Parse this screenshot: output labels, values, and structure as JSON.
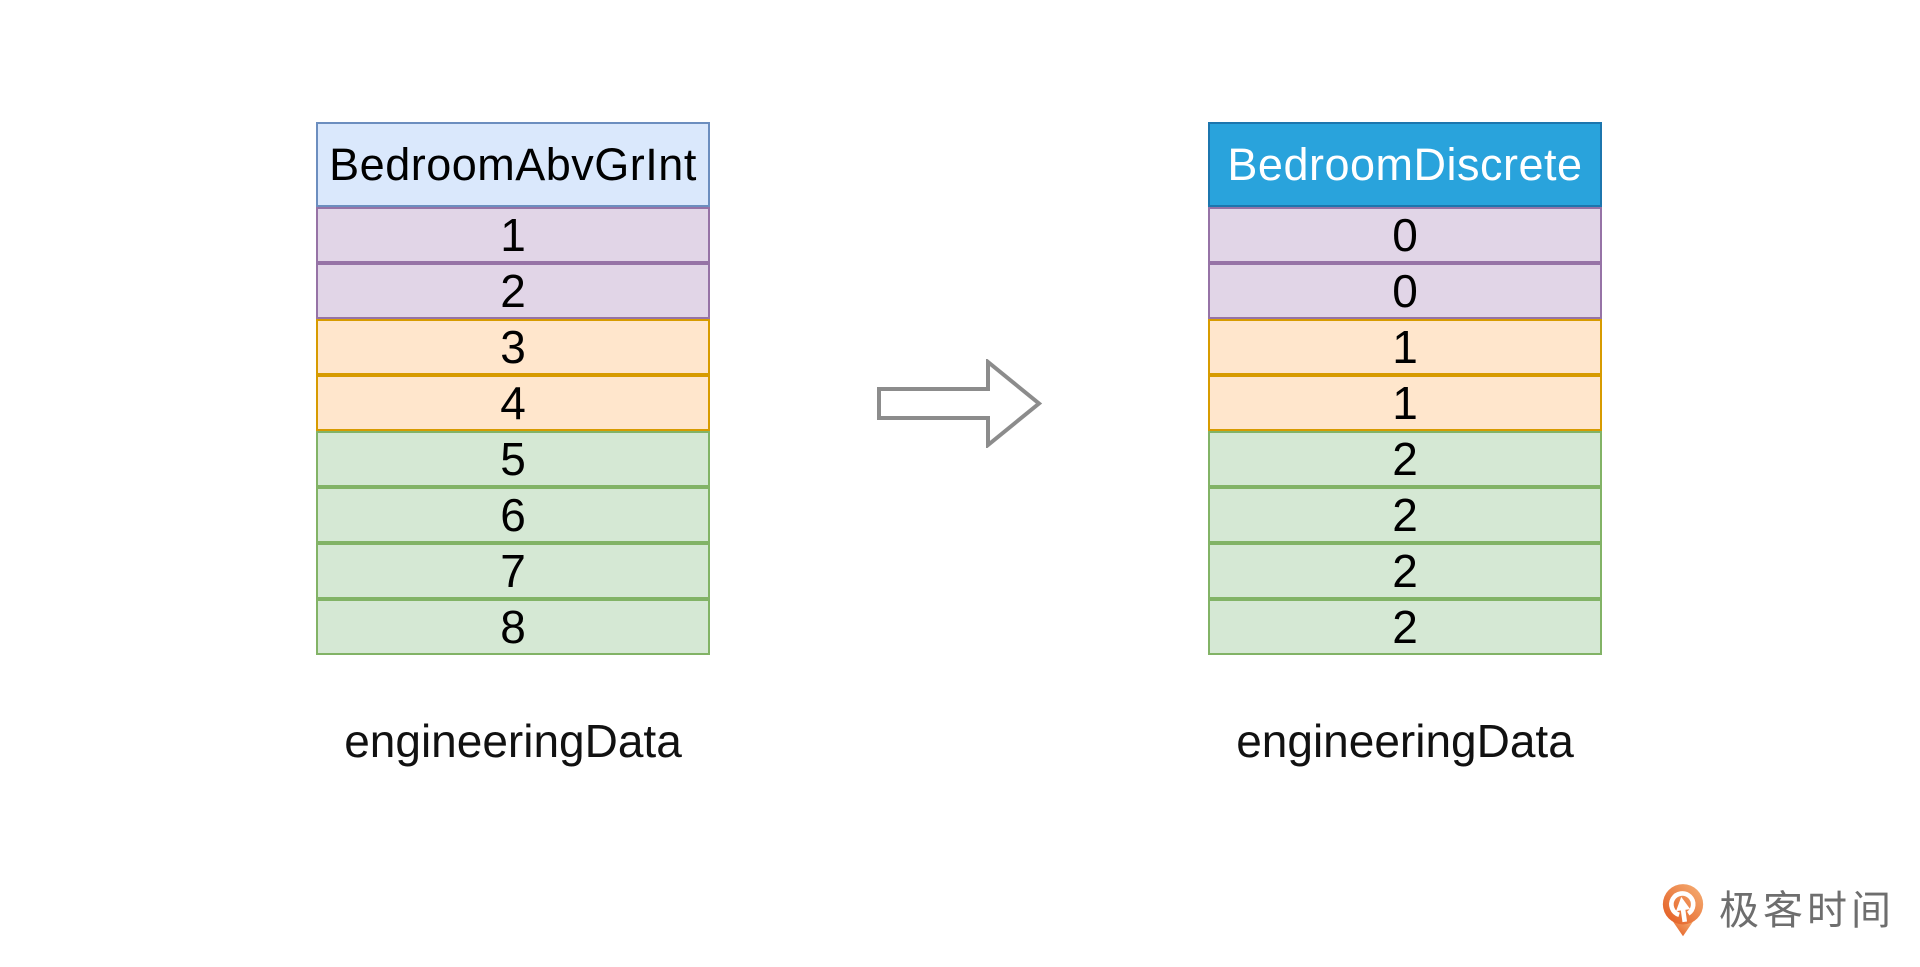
{
  "before_table": {
    "header": "BedroomAbvGrInt",
    "rows": [
      {
        "value": "1",
        "group": "purple"
      },
      {
        "value": "2",
        "group": "purple"
      },
      {
        "value": "3",
        "group": "orange"
      },
      {
        "value": "4",
        "group": "orange"
      },
      {
        "value": "5",
        "group": "green"
      },
      {
        "value": "6",
        "group": "green"
      },
      {
        "value": "7",
        "group": "green"
      },
      {
        "value": "8",
        "group": "green"
      }
    ],
    "caption": "engineeringData"
  },
  "after_table": {
    "header": "BedroomDiscrete",
    "rows": [
      {
        "value": "0",
        "group": "purple"
      },
      {
        "value": "0",
        "group": "purple"
      },
      {
        "value": "1",
        "group": "orange"
      },
      {
        "value": "1",
        "group": "orange"
      },
      {
        "value": "2",
        "group": "green"
      },
      {
        "value": "2",
        "group": "green"
      },
      {
        "value": "2",
        "group": "green"
      },
      {
        "value": "2",
        "group": "green"
      }
    ],
    "caption": "engineeringData"
  },
  "branding": {
    "logo_text": "极客时间"
  },
  "colors": {
    "blue-header-fill": "#dae8fc",
    "blue-header-stroke": "#6c8ebf",
    "cyan-header-fill": "#29a3dc",
    "cyan-header-stroke": "#1c76ae",
    "purple-fill": "#e1d5e7",
    "purple-stroke": "#9673a6",
    "orange-fill": "#ffe6cc",
    "orange-stroke": "#d79b00",
    "green-fill": "#d5e8d4",
    "green-stroke": "#82b366",
    "arrow-stroke": "#8c8c8c",
    "logo-orange-dark": "#e2581e",
    "logo-orange-light": "#f6b176",
    "logo-text-color": "#6e6e6e"
  }
}
